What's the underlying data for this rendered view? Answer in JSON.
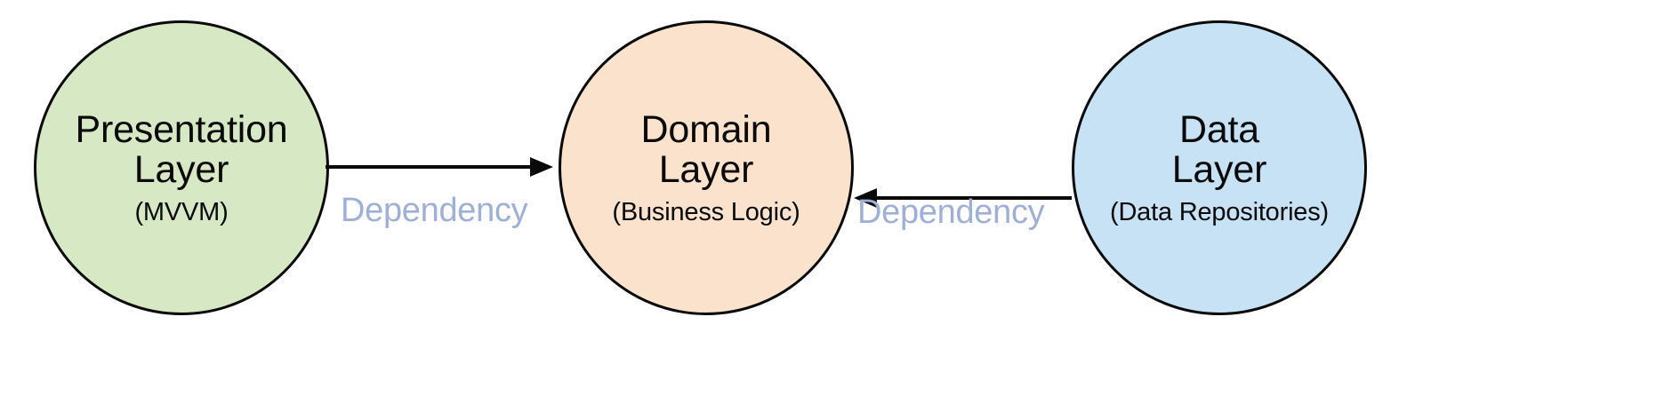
{
  "diagram": {
    "type": "layered-architecture-dependency-diagram",
    "background_color": "#ffffff",
    "stroke_color": "#0a0a0a",
    "nodes": [
      {
        "id": "presentation",
        "title_lines": [
          "Presentation",
          "Layer"
        ],
        "subtitle": "(MVVM)",
        "fill_color": "#d6e8c4",
        "shape": "circle"
      },
      {
        "id": "domain",
        "title_lines": [
          "Domain",
          "Layer"
        ],
        "subtitle": "(Business Logic)",
        "fill_color": "#fae2cd",
        "shape": "circle"
      },
      {
        "id": "data",
        "title_lines": [
          "Data",
          "Layer"
        ],
        "subtitle": "(Data Repositories)",
        "fill_color": "#c7e1f5",
        "shape": "circle"
      }
    ],
    "edges": [
      {
        "id": "presentation-to-domain",
        "label": "Dependency",
        "from": "presentation",
        "to": "domain",
        "direction": "right",
        "label_color": "#9fb0d8"
      },
      {
        "id": "data-to-domain",
        "label": "Dependency",
        "from": "data",
        "to": "domain",
        "direction": "left",
        "label_color": "#9fb0d8"
      }
    ]
  }
}
